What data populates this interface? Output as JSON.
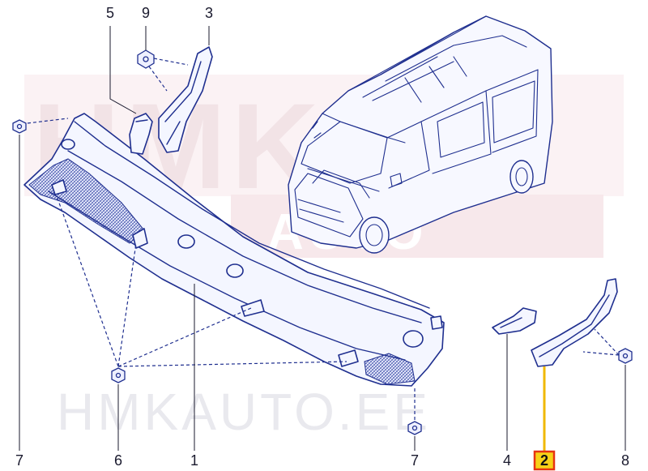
{
  "watermark": {
    "upper_text": "HMK",
    "lower_text": "AUTO",
    "bottom_text": "HMKAUTO.EE"
  },
  "callouts": [
    {
      "id": "callout-5",
      "label": "5"
    },
    {
      "id": "callout-9",
      "label": "9"
    },
    {
      "id": "callout-3",
      "label": "3"
    },
    {
      "id": "callout-7-left",
      "label": "7"
    },
    {
      "id": "callout-6",
      "label": "6"
    },
    {
      "id": "callout-1",
      "label": "1"
    },
    {
      "id": "callout-7-right",
      "label": "7"
    },
    {
      "id": "callout-4",
      "label": "4"
    },
    {
      "id": "callout-2",
      "label": "2"
    },
    {
      "id": "callout-8",
      "label": "8"
    }
  ],
  "highlight": {
    "label": "2",
    "box_color": "#e63312",
    "fill_color": "#f7d117",
    "leader_color": "#f0b800"
  },
  "colors": {
    "line": "#1f2f8f",
    "watermark": "#f2e3e6",
    "watermark_bottom": "#e9e9ee"
  }
}
